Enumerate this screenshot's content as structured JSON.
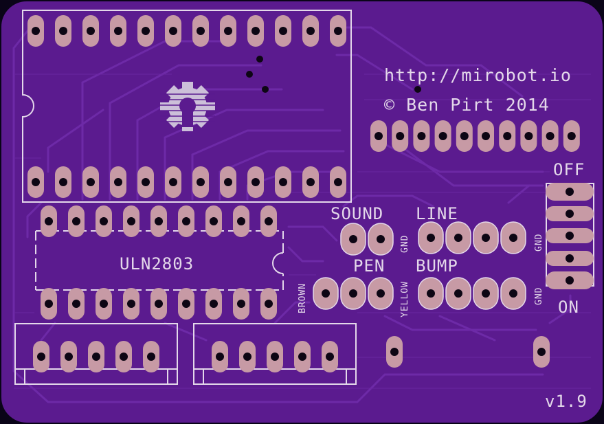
{
  "board": {
    "url_text": "http://mirobot.io",
    "copyright_text": "© Ben Pirt 2014",
    "chip_label": "ULN2803",
    "version": "v1.9"
  },
  "headers": {
    "sound": "SOUND",
    "line": "LINE",
    "pen": "PEN",
    "bump": "BUMP",
    "gnd": "GND",
    "brown": "BROWN",
    "yellow": "YELLOW"
  },
  "switch": {
    "off": "OFF",
    "on": "ON"
  },
  "colors": {
    "substrate": "#5b1b8f",
    "copper_trace": "#6c28a6",
    "pad": "#c79aa5",
    "pad_outline": "#b48aa0",
    "drill": "#0d0614",
    "silkscreen": "#e4d8ea",
    "edge": "#0a0418"
  },
  "icons": {
    "logo": "open-hardware-gear-icon"
  }
}
